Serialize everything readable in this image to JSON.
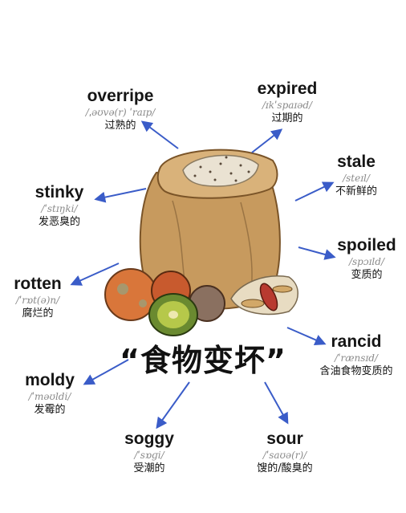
{
  "title": "“食物变坏”",
  "words": [
    {
      "en": "overripe",
      "ph": "/ˌəʊvə(r) ˈraɪp/",
      "zh": "过熟的"
    },
    {
      "en": "expired",
      "ph": "/ɪkˈspaɪəd/",
      "zh": "过期的"
    },
    {
      "en": "stale",
      "ph": "/steɪl/",
      "zh": "不新鲜的"
    },
    {
      "en": "stinky",
      "ph": "/ˈstɪŋki/",
      "zh": "发恶臭的"
    },
    {
      "en": "spoiled",
      "ph": "/spɔɪld/",
      "zh": "变质的"
    },
    {
      "en": "rotten",
      "ph": "/ˈrɒt(ə)n/",
      "zh": "腐烂的"
    },
    {
      "en": "rancid",
      "ph": "/ˈrænsɪd/",
      "zh": "含油食物变质的"
    },
    {
      "en": "moldy",
      "ph": "/ˈməʊldi/",
      "zh": "发霉的"
    },
    {
      "en": "soggy",
      "ph": "/ˈsɒɡi/",
      "zh": "受潮的"
    },
    {
      "en": "sour",
      "ph": "/ˈsaʊə(r)/",
      "zh": "馊的/酸臭的"
    }
  ],
  "colors": {
    "arrow": "#3a5cc8",
    "sack": "#c79a5e",
    "grain": "#eae2d2"
  }
}
